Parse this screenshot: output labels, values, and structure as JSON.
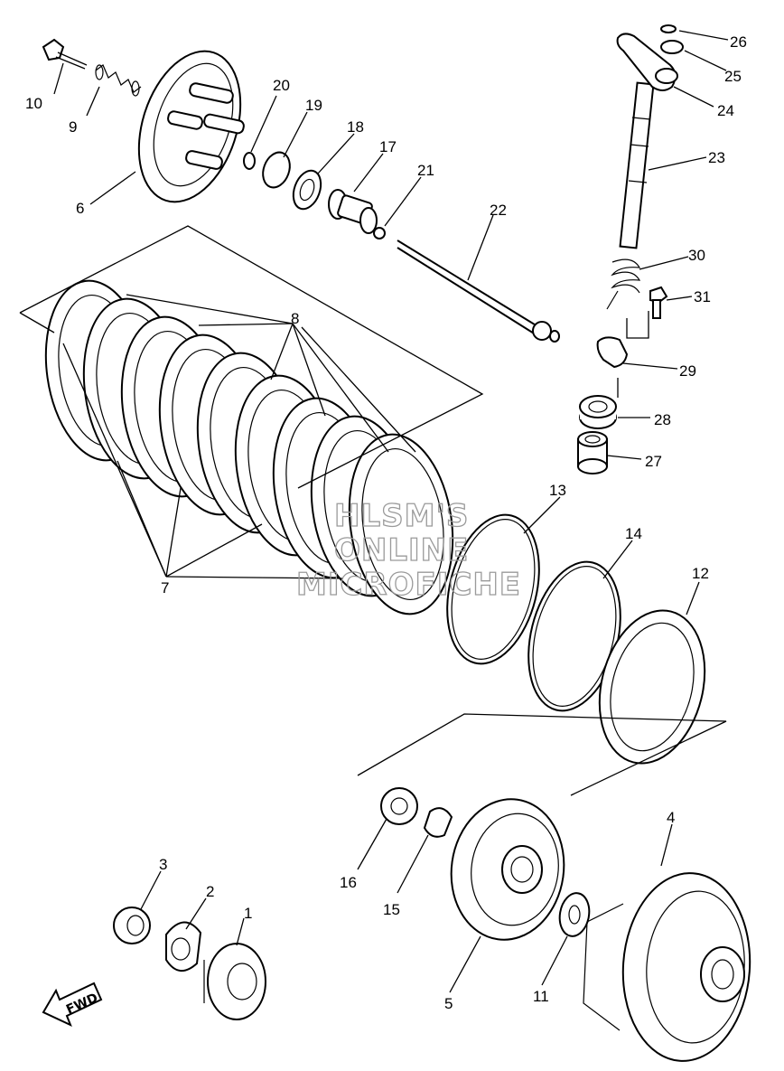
{
  "watermark": {
    "line1": "HLSM'S",
    "line2": "ONLINE",
    "line3": "MICROFICHE"
  },
  "fwd_label": "FWD",
  "callouts": {
    "c1": "1",
    "c2": "2",
    "c3": "3",
    "c4": "4",
    "c5": "5",
    "c6": "6",
    "c7": "7",
    "c8": "8",
    "c9": "9",
    "c10": "10",
    "c11": "11",
    "c12": "12",
    "c13": "13",
    "c14": "14",
    "c15": "15",
    "c16": "16",
    "c17": "17",
    "c18": "18",
    "c19": "19",
    "c20": "20",
    "c21": "21",
    "c22": "22",
    "c23": "23",
    "c24": "24",
    "c25": "25",
    "c26": "26",
    "c27": "27",
    "c28": "28",
    "c29": "29",
    "c30": "30",
    "c31": "31"
  }
}
